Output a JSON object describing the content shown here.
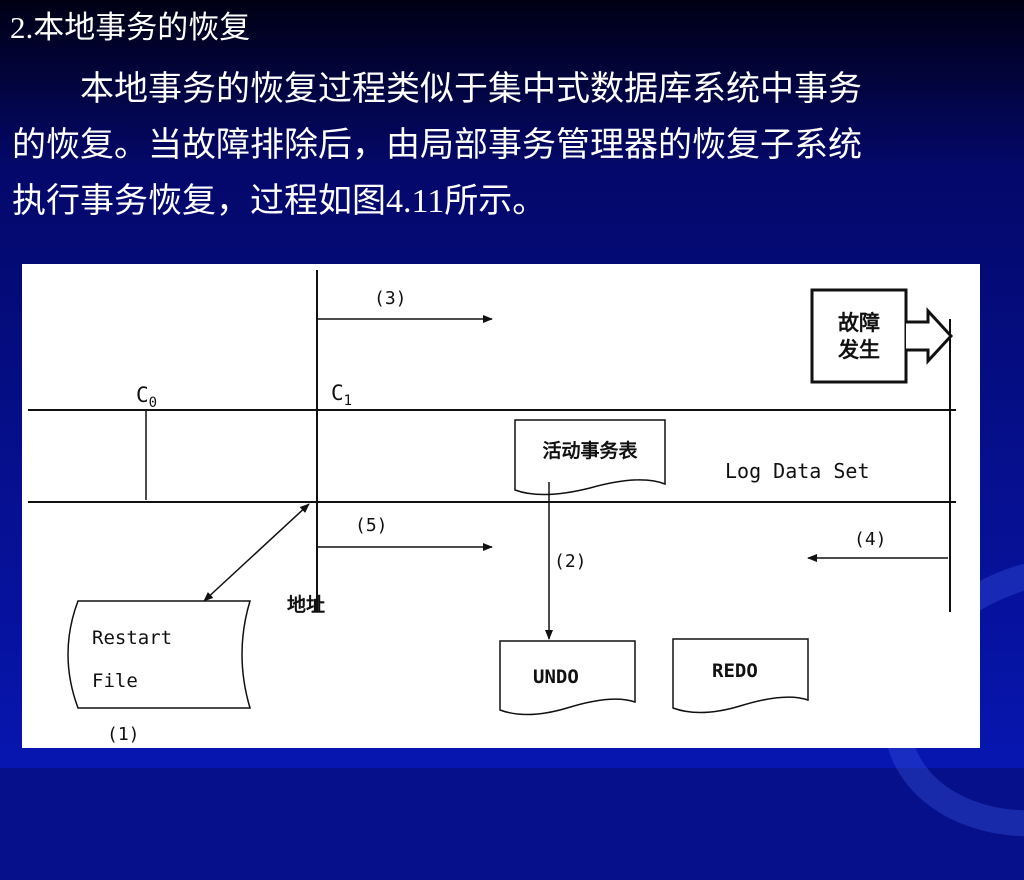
{
  "slide": {
    "title": "2.本地事务的恢复",
    "body_lines": [
      "本地事务的恢复过程类似于集中式数据库系统中事务",
      "的恢复。当故障排除后，由局部事务管理器的恢复子系统",
      "执行事务恢复，过程如图4.11所示。"
    ]
  },
  "diagram": {
    "step_labels": [
      "(1)",
      "(2)",
      "(3)",
      "(4)",
      "(5)"
    ],
    "checkpoint_labels": {
      "c0": "C",
      "c0_sub": "0",
      "c1": "C",
      "c1_sub": "1"
    },
    "failure_box": [
      "故障",
      "发生"
    ],
    "active_table": "活动事务表",
    "log_label": "Log Data Set",
    "address_label": "地址",
    "restart_file": [
      "Restart",
      "File"
    ],
    "undo_label": "UNDO",
    "redo_label": "REDO"
  },
  "colors": {
    "background": "#06108a",
    "text": "#ffffff",
    "ink": "#111111"
  }
}
